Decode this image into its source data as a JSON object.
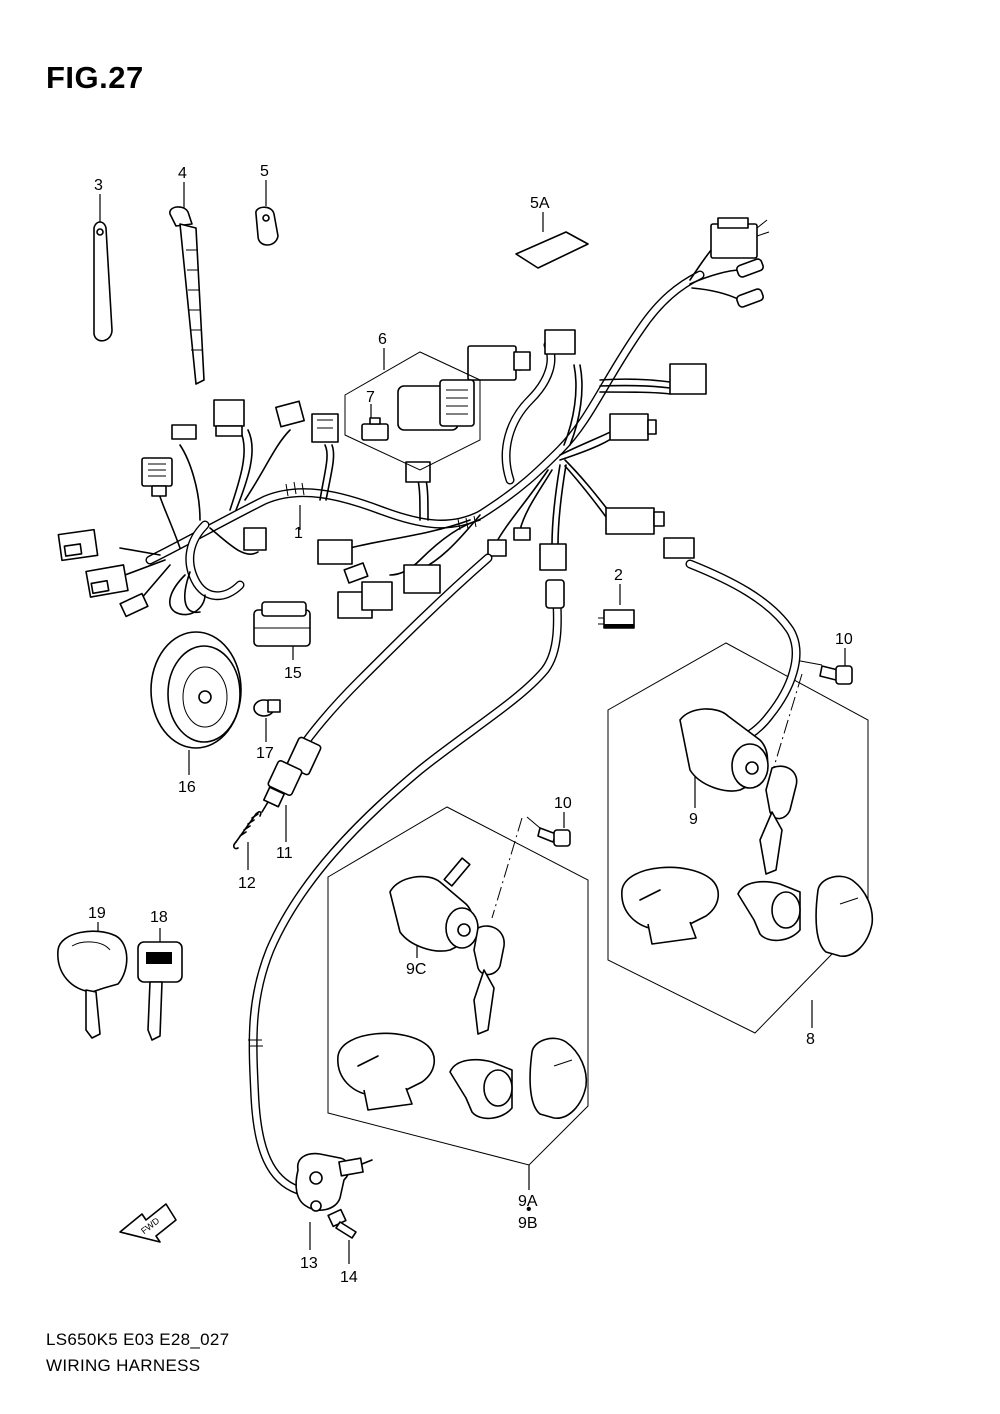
{
  "figure": {
    "title": "FIG.27",
    "model_code": "LS650K5 E03 E28_027",
    "section_name": "WIRING HARNESS"
  },
  "parts": {
    "p1": "1",
    "p2": "2",
    "p3": "3",
    "p4": "4",
    "p5": "5",
    "p5a": "5A",
    "p6": "6",
    "p7": "7",
    "p8": "8",
    "p9": "9",
    "p9a": "9A",
    "p9b": "9B",
    "p9c": "9C",
    "p10a": "10",
    "p10b": "10",
    "p11": "11",
    "p12": "12",
    "p13": "13",
    "p14": "14",
    "p15": "15",
    "p16": "16",
    "p17": "17",
    "p18": "18",
    "p19": "19"
  },
  "fwd_arrow": {
    "text": "FWD",
    "icon": "forward-direction-arrow-icon"
  }
}
